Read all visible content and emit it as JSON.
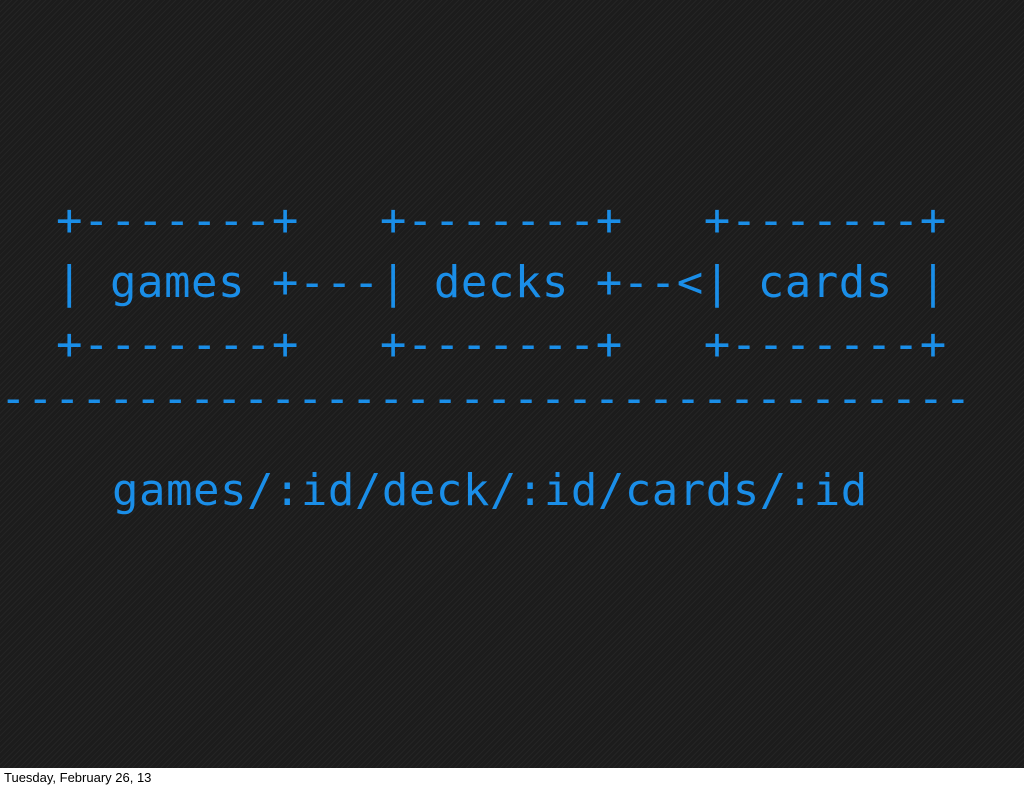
{
  "slide": {
    "diagram_lines": [
      "+-------+   +-------+   +-------+",
      "| games +---| decks +--<| cards |",
      "+-------+   +-------+   +-------+"
    ],
    "separator": "------------------------------------",
    "route": "games/:id/deck/:id/cards/:id"
  },
  "footer": {
    "date": "Tuesday, February 26, 13"
  },
  "colors": {
    "background": "#1c1c1c",
    "text": "#1a8ee8"
  }
}
